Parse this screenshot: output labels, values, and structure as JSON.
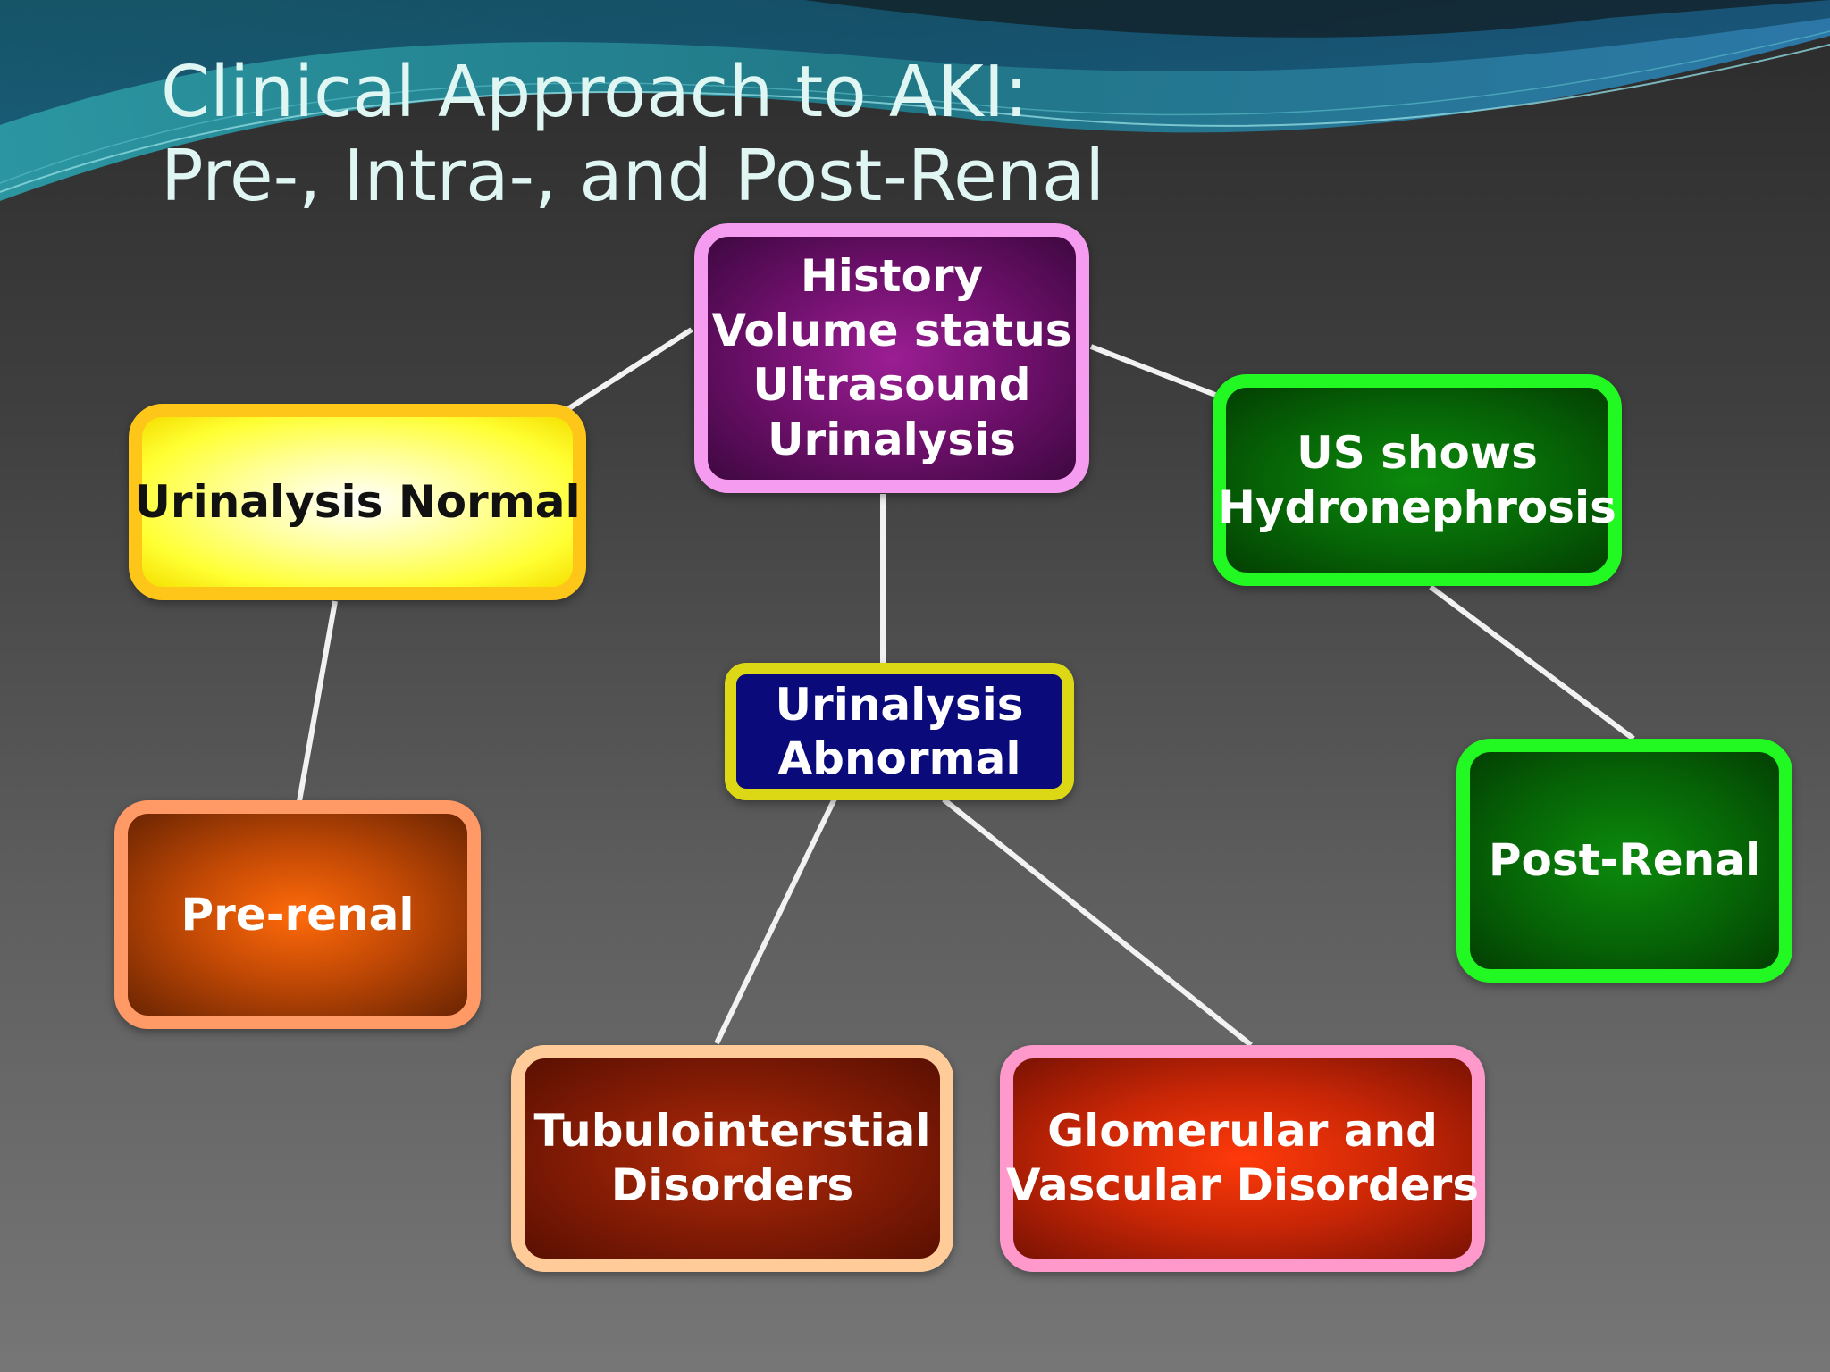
{
  "title": {
    "line1": "Clinical Approach to AKI:",
    "line2": "Pre-, Intra-, and Post-Renal"
  },
  "nodes": {
    "history": {
      "lines": [
        "History",
        "Volume status",
        "Ultrasound",
        "Urinalysis"
      ],
      "border_color": "#f59bf0",
      "fill_color": "#6a0f68"
    },
    "urinalysis_normal": {
      "lines": [
        "Urinalysis Normal"
      ],
      "border_color": "#ffc61a",
      "fill_color": "#ffff66"
    },
    "us_hydronephrosis": {
      "lines": [
        "US shows",
        "Hydronephrosis"
      ],
      "border_color": "#22f922",
      "fill_color": "#066406"
    },
    "urinalysis_abnormal": {
      "lines": [
        "Urinalysis",
        "Abnormal"
      ],
      "border_color": "#dcd815",
      "fill_color": "#0a0a7a"
    },
    "pre_renal": {
      "lines": [
        "Pre-renal"
      ],
      "border_color": "#ff9966",
      "fill_color": "#c44a05"
    },
    "post_renal": {
      "lines": [
        "Post-Renal"
      ],
      "border_color": "#22f922",
      "fill_color": "#066406"
    },
    "tubulointerstitial": {
      "lines": [
        "Tubulointerstial",
        "Disorders"
      ],
      "border_color": "#ffcc99",
      "fill_color": "#861c05"
    },
    "glomerular_vascular": {
      "lines": [
        "Glomerular and",
        "Vascular Disorders"
      ],
      "border_color": "#ff99cc",
      "fill_color": "#c82606"
    }
  },
  "edges": [
    {
      "from": "history",
      "to": "urinalysis_normal"
    },
    {
      "from": "history",
      "to": "us_hydronephrosis"
    },
    {
      "from": "history",
      "to": "urinalysis_abnormal"
    },
    {
      "from": "urinalysis_normal",
      "to": "pre_renal"
    },
    {
      "from": "us_hydronephrosis",
      "to": "post_renal"
    },
    {
      "from": "urinalysis_abnormal",
      "to": "tubulointerstitial"
    },
    {
      "from": "urinalysis_abnormal",
      "to": "glomerular_vascular"
    }
  ],
  "colors": {
    "title_text": "#dff6f3",
    "connector": "#f2f2f2",
    "background_top": "#2b2b2b",
    "background_bottom": "#767676",
    "wave_teal": "#1f8a9a"
  }
}
